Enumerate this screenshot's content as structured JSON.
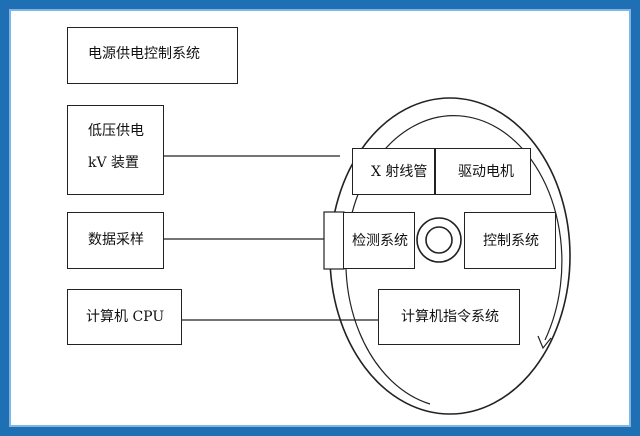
{
  "colors": {
    "frame": "#1f6fb4",
    "frame_inner": "#7fb6e3",
    "line": "#222222"
  },
  "left_boxes": {
    "power_control": "电源供电控制系统",
    "low_voltage_line1": "低压供电",
    "low_voltage_line2": "kV 装置",
    "data_sampling": "数据采样",
    "computer_cpu": "计算机 CPU"
  },
  "gantry": {
    "xray_tube": "X 射线管",
    "drive_motor": "驱动电机",
    "detector": "检测系统",
    "control": "控制系统",
    "command": "计算机指令系统"
  }
}
